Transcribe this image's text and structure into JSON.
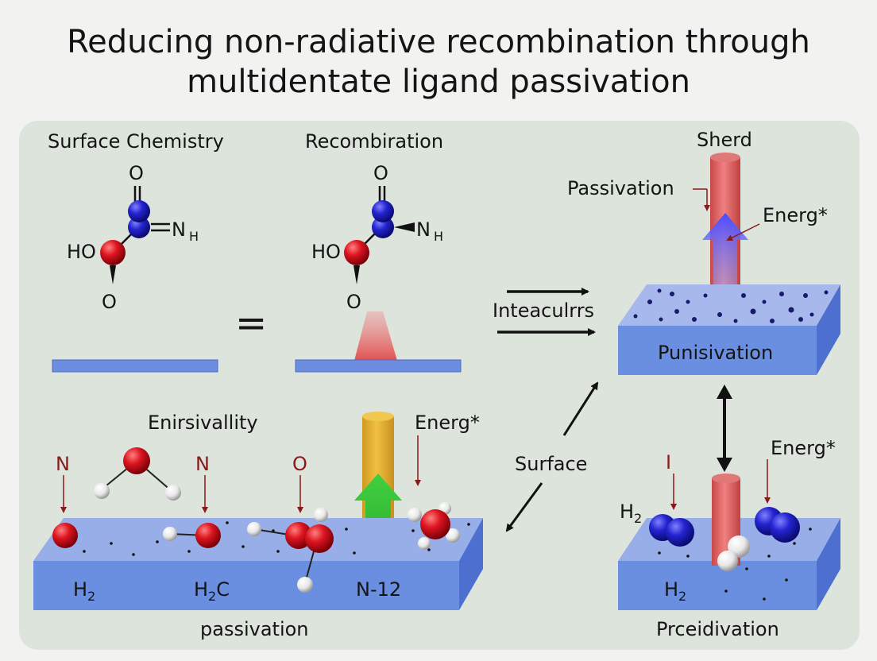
{
  "title_line1": "Reducing  non-radiative recombination through",
  "title_line2": "multidentate ligand passivation",
  "top_left": {
    "label": "Surface Chemistry",
    "atoms": {
      "o_top": "O",
      "n_side": "N",
      "n_sub": "H",
      "ho": "HO",
      "o_bottom": "O"
    }
  },
  "equals_sign": "=",
  "top_middle": {
    "label": "Recombiration",
    "atoms": {
      "o_top": "O",
      "n_side": "N",
      "n_sub": "H",
      "ho": "HO",
      "o_bottom": "O"
    }
  },
  "arrows_label": "Inteaculrrs",
  "top_right": {
    "label_top": "Sherd",
    "label_passivation": "Passivation",
    "label_energy": "Energ*",
    "slab_label": "Punisivation"
  },
  "bottom_left": {
    "label_top": "Enirsivallity",
    "label_energy": "Energ*",
    "markers": [
      "N",
      "N",
      "O"
    ],
    "slab_labels": {
      "a": "H",
      "a_sub": "2",
      "b": "H",
      "b_sub": "2",
      "b_end": "C",
      "c": "N-12"
    },
    "caption": "passivation"
  },
  "middle_label": "Surface",
  "bottom_right": {
    "marker": "I",
    "label_energy": "Energ*",
    "h2_side": "H",
    "h2_side_sub": "2",
    "slab_label": "H",
    "slab_label_sub": "2",
    "caption": "Prceidivation"
  },
  "colors": {
    "panel": "#dde4dc",
    "slab_top": "#98aee8",
    "slab_front": "#6a8ee0",
    "slab_side": "#4f72cf",
    "atom_red": "#d4101a",
    "atom_blue": "#2020c8",
    "atom_white": "#f4f4f4",
    "beam_red": "#e06060",
    "beam_yellow": "#e0b030",
    "arrow_green": "#30c030",
    "arrow_blue": "#4040e0"
  }
}
